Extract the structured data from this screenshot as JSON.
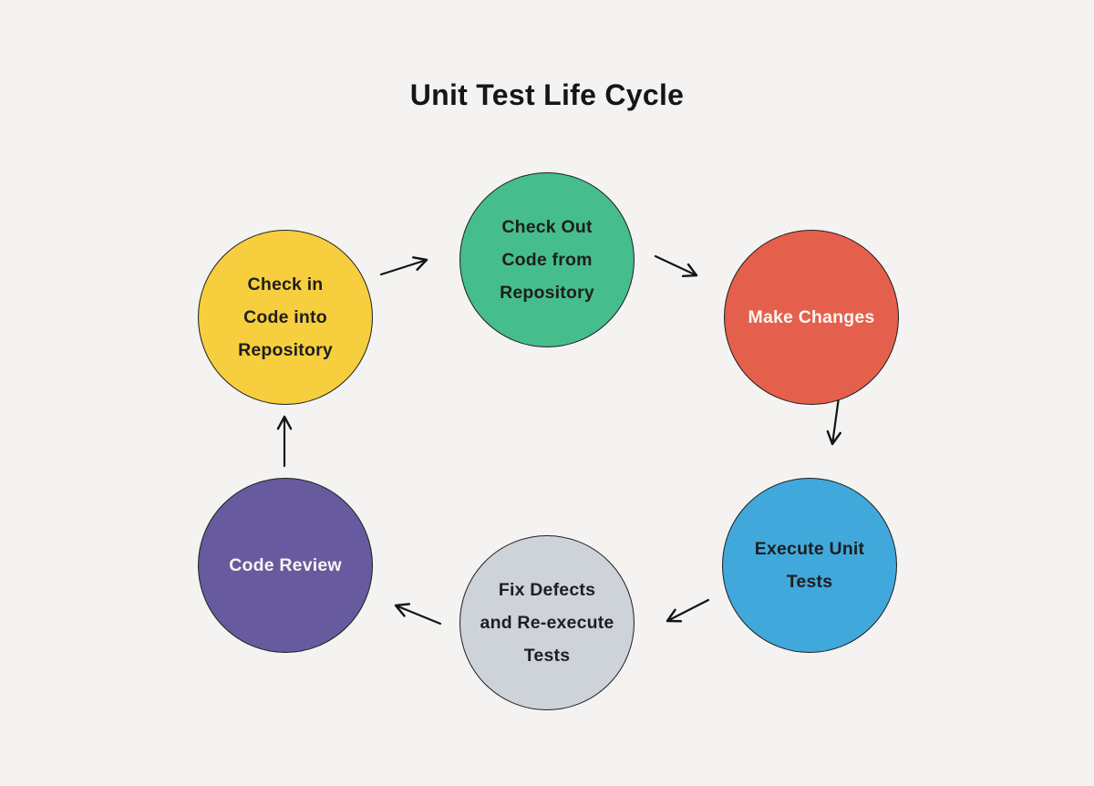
{
  "title": "Unit Test Life Cycle",
  "background_color": "#F4F3F1",
  "stroke_color": "#1E1E1E",
  "arrow_color": "#141414",
  "nodes": [
    {
      "id": "check-in-code-into-repository",
      "lines": [
        "Check in",
        "Code into",
        "Repository"
      ],
      "color": "#F6CE3E",
      "text_color": "#1E1E1E"
    },
    {
      "id": "check-out-code-from-repository",
      "lines": [
        "Check Out",
        "Code from",
        "Repository"
      ],
      "color": "#46BD8C",
      "text_color": "#1E1E1E"
    },
    {
      "id": "make-changes",
      "lines": [
        "Make Changes"
      ],
      "color": "#E5604C",
      "text_color": "#FAF6F0"
    },
    {
      "id": "execute-unit-tests",
      "lines": [
        "Execute Unit",
        "Tests"
      ],
      "color": "#41A8DB",
      "text_color": "#1E1E1E"
    },
    {
      "id": "fix-defects-and-reexecute-tests",
      "lines": [
        "Fix Defects",
        "and Re-execute",
        "Tests"
      ],
      "color": "#CED3DA",
      "text_color": "#1E1E1E"
    },
    {
      "id": "code-review",
      "lines": [
        "Code Review"
      ],
      "color": "#675A9E",
      "text_color": "#F7F4EF"
    }
  ],
  "edges": [
    {
      "from": "check-in-code-into-repository",
      "to": "check-out-code-from-repository"
    },
    {
      "from": "check-out-code-from-repository",
      "to": "make-changes"
    },
    {
      "from": "make-changes",
      "to": "execute-unit-tests"
    },
    {
      "from": "execute-unit-tests",
      "to": "fix-defects-and-reexecute-tests"
    },
    {
      "from": "fix-defects-and-reexecute-tests",
      "to": "code-review"
    },
    {
      "from": "code-review",
      "to": "check-in-code-into-repository"
    }
  ]
}
